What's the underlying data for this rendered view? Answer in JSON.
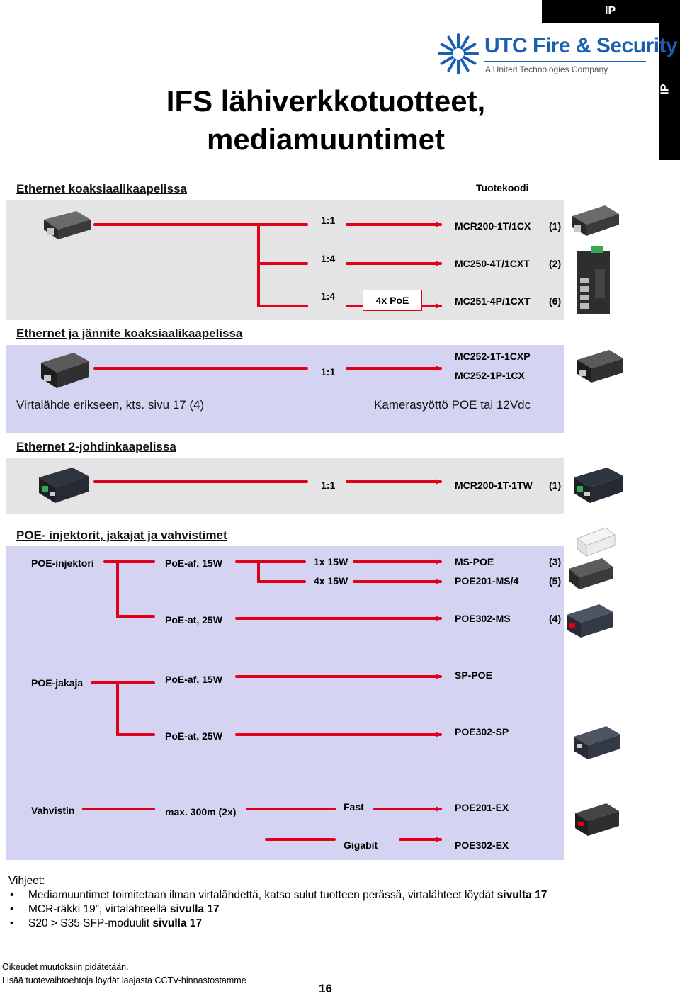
{
  "tab": {
    "label": "IP"
  },
  "logo": {
    "name": "UTC Fire & Security",
    "tagline": "A United Technologies Company",
    "brand_color": "#1a5fb4"
  },
  "title": {
    "line1": "IFS lähiverkkotuotteet,",
    "line2": "mediamuuntimet"
  },
  "accent_color": "#e0001a",
  "sections": {
    "coax": {
      "heading": "Ethernet koaksiaalikaapelissa",
      "code_header": "Tuotekoodi",
      "rows": [
        {
          "ratio": "1:1",
          "code": "MCR200-1T/1CX",
          "ref": "(1)"
        },
        {
          "ratio": "1:4",
          "code": "MC250-4T/1CXT",
          "ref": "(2)"
        },
        {
          "ratio": "1:4",
          "poe": "4x PoE",
          "code": "MC251-4P/1CXT",
          "ref": "(6)"
        }
      ]
    },
    "coax_power": {
      "heading": "Ethernet ja jännite koaksiaalikaapelissa",
      "ratio": "1:1",
      "codes": [
        "MC252-1T-1CXP",
        "MC252-1P-1CX"
      ],
      "note_left": "Virtalähde erikseen, kts. sivu 17 (4)",
      "note_right": "Kamerasyöttö POE tai 12Vdc"
    },
    "twowire": {
      "heading": "Ethernet 2-johdinkaapelissa",
      "ratio": "1:1",
      "code": "MCR200-1T-1TW",
      "ref": "(1)"
    },
    "poe": {
      "heading": "POE- injektorit, jakajat ja vahvistimet",
      "injector": {
        "label": "POE-injektori",
        "af": "PoE-af, 15W",
        "at": "PoE-at, 25W",
        "rows": [
          {
            "power": "1x 15W",
            "code": "MS-POE",
            "ref": "(3)"
          },
          {
            "power": "4x 15W",
            "code": "POE201-MS/4",
            "ref": "(5)"
          }
        ],
        "at_code": "POE302-MS",
        "at_ref": "(4)"
      },
      "splitter": {
        "label": "POE-jakaja",
        "af": "PoE-af, 15W",
        "af_code": "SP-POE",
        "at": "PoE-at, 25W",
        "at_code": "POE302-SP"
      },
      "extender": {
        "label": "Vahvistin",
        "range": "max. 300m (2x)",
        "fast": "Fast",
        "fast_code": "POE201-EX",
        "gigabit": "Gigabit",
        "gigabit_code": "POE302-EX"
      }
    }
  },
  "notes": {
    "heading": "Vihjeet:",
    "items": [
      {
        "text": "Mediamuuntimet toimitetaan ilman virtalähdettä, katso sulut tuotteen perässä, virtalähteet löydät ",
        "bold": "sivulta 17"
      },
      {
        "text": "MCR-räkki 19”, virtalähteellä ",
        "bold": "sivulla 17"
      },
      {
        "text": "S20 > S35 SFP-moduulit ",
        "bold": "sivulla 17"
      }
    ]
  },
  "footer": {
    "line1": "Oikeudet muutoksiin pidätetään.",
    "line2": "Lisää tuotevaihtoehtoja löydät laajasta CCTV-hinnastostamme",
    "page": "16"
  }
}
